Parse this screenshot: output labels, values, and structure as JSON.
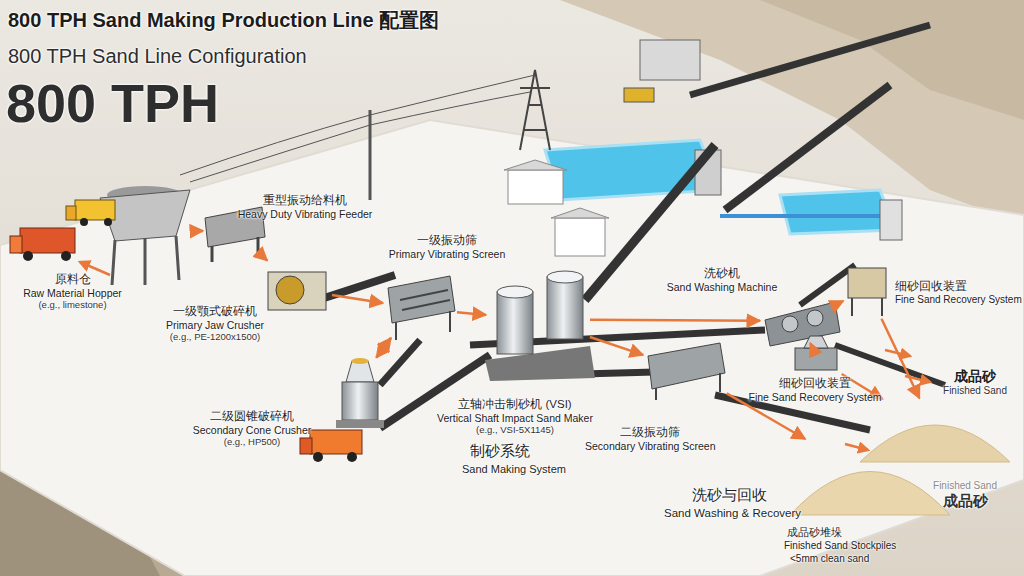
{
  "diagram": {
    "title": "800 TPH Sand Making Production Line 配置图",
    "nodes": [
      {
        "text": [
          "原料仓",
          "Raw Material Hopper",
          "(e.g., limestone)"
        ]
      },
      {
        "text": [
          "重型振动给料机",
          "Heavy Duty Vibrating Feeder"
        ]
      },
      {
        "text": [
          "一级颚式破碎机",
          "Primary Jaw Crusher",
          "(e.g., PE-1200x1500)"
        ]
      },
      {
        "text": [
          "一级振动筛",
          "Primary Vibrating Screen"
        ]
      },
      {
        "text": [
          "二级圆锥破碎机",
          "Secondary Cone Crusher",
          "(e.g., HP500)"
        ]
      },
      {
        "text": [
          "立轴冲击制砂机 (VSI)",
          "Vertical Shaft Impact Sand Maker",
          "(e.g., VSI-5X1145)"
        ]
      },
      {
        "text": [
          "二级振动筛",
          "Secondary Vibrating Screen"
        ]
      },
      {
        "text": [
          "洗砂机",
          "Sand Washing Machine"
        ]
      },
      {
        "text": [
          "细砂回收装置",
          "Fine Sand Recovery System"
        ]
      },
      {
        "text": [
          "细砂回收装置",
          "Fine Sand Recovery System"
        ]
      },
      {
        "text": [
          "成品砂",
          "Finished Sand"
        ]
      },
      {
        "text": [
          "Finished Sand",
          "成品砂"
        ]
      }
    ],
    "edges": [
      {
        "from": 0,
        "to": 1,
        "arrow": "to"
      },
      {
        "from": 1,
        "to": 2,
        "arrow": "to"
      },
      {
        "from": 2,
        "to": 3,
        "arrow": "to"
      },
      {
        "from": 3,
        "to": 4,
        "arrow": "to"
      },
      {
        "from": 4,
        "to": 3,
        "arrow": "to"
      },
      {
        "from": 3,
        "to": 5,
        "arrow": "to"
      },
      {
        "from": 5,
        "to": 6,
        "arrow": "to"
      },
      {
        "from": 5,
        "to": 7,
        "arrow": "to"
      },
      {
        "from": 7,
        "to": 8,
        "arrow": "to"
      },
      {
        "from": 7,
        "to": 9,
        "arrow": "to"
      },
      {
        "from": 8,
        "to": 10,
        "arrow": "to"
      },
      {
        "from": 9,
        "to": 10,
        "arrow": "to"
      },
      {
        "from": 6,
        "to": 11,
        "arrow": "to"
      }
    ],
    "labels": [
      "800 TPH Sand Line Configuration",
      "800 TPH",
      "制砂系统",
      "Sand Making System",
      "洗砂与回收",
      "Sand Washing & Recovery",
      "成品砂堆垛",
      "Finished Sand Stockpiles",
      "<5mm clean sand"
    ]
  }
}
